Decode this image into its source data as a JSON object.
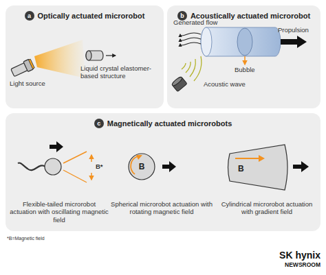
{
  "diagram": {
    "nodes": [
      {
        "text": [
          "Optically actuated microrobot"
        ]
      },
      {
        "text": [
          "a"
        ],
        "in": 0
      },
      {
        "text": [
          "Acoustically actuated microrobot"
        ]
      },
      {
        "text": [
          "b"
        ],
        "in": 2
      },
      {
        "text": [
          "Magnetically actuated microrobots"
        ]
      },
      {
        "text": [
          "c"
        ],
        "in": 4
      },
      {
        "text": [
          "B"
        ],
        "in": 4
      },
      {
        "text": [
          "B"
        ],
        "in": 4
      }
    ],
    "labels": [
      "Light source",
      "Liquid crystal elastomer-based structure",
      "Generated flow",
      "Propulsion",
      "Bubble",
      "Acoustic wave",
      "B*",
      "Flexible-tailed microrobot actuation with oscillating magnetic field",
      "Spherical microrobot actuation with rotating magnetic field",
      "Cylindrical microrobot actuation with gradient field",
      "*B=Magnetic field",
      "SK hynix",
      "NEWSROOM"
    ]
  }
}
